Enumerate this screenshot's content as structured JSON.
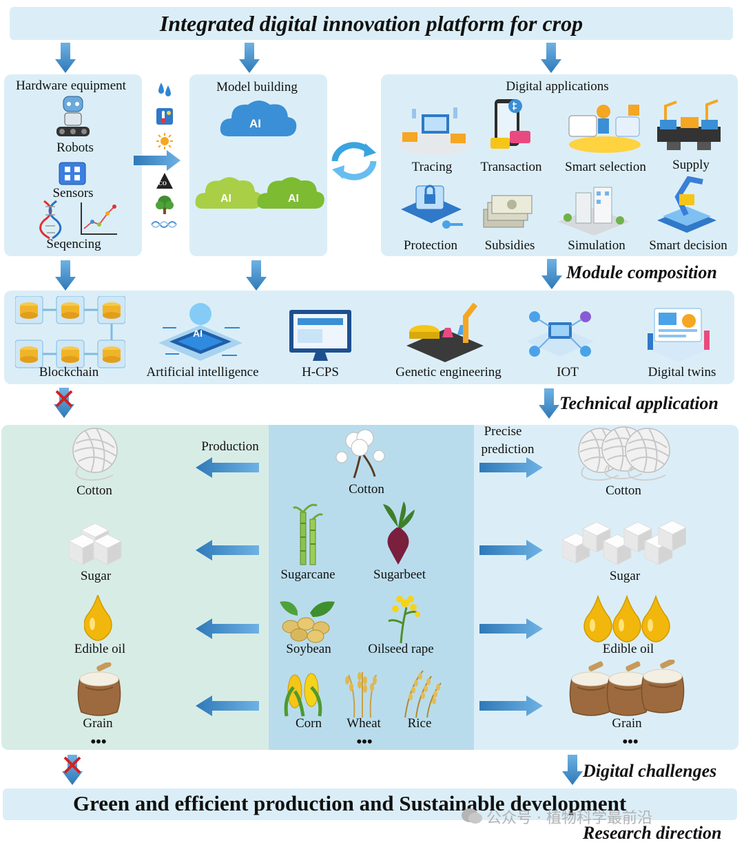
{
  "header": {
    "title": "Integrated digital innovation platform for crop"
  },
  "hardware": {
    "title": "Hardware equipment",
    "items": [
      "Robots",
      "Sensors",
      "Seqencing"
    ],
    "sensor_icons": [
      "water-drop-icon",
      "thermometer-icon",
      "sun-icon",
      "co2-icon",
      "tree-icon",
      "dna-icon"
    ],
    "co2_text": "CO"
  },
  "model": {
    "title": "Model building",
    "cloud_text": "AI"
  },
  "digital": {
    "title": "Digital applications",
    "items": [
      "Tracing",
      "Transaction",
      "Smart selection",
      "Supply",
      "Protection",
      "Subsidies",
      "Simulation",
      "Smart decision"
    ]
  },
  "labels": {
    "module": "Module composition",
    "technical": "Technical application",
    "challenges": "Digital challenges",
    "research": "Research direction"
  },
  "tech": {
    "items": [
      "Blockchain",
      "Artificial intelligence",
      "H-CPS",
      "Genetic engineering",
      "IOT",
      "Digital twins"
    ],
    "chip_text": "AI"
  },
  "crops": {
    "left_header": "Production",
    "right_header_1": "Precise",
    "right_header_2": "prediction",
    "left_products": [
      "Cotton",
      "Sugar",
      "Edible oil",
      "Grain"
    ],
    "center_crops": [
      "Cotton",
      "Sugarcane",
      "Sugarbeet",
      "Soybean",
      "Oilseed rape",
      "Corn",
      "Wheat",
      "Rice"
    ],
    "right_products": [
      "Cotton",
      "Sugar",
      "Edible oil",
      "Grain"
    ],
    "ellipsis": "•••"
  },
  "footer": {
    "title": "Green and efficient production and Sustainable development"
  },
  "watermark": "公众号 · 植物科学最前沿",
  "colors": {
    "panel_blue": "#dbeef7",
    "center_blue": "#b9dcec",
    "left_green": "#d8ece6",
    "arrow_blue": "#3f88c5",
    "cross_red": "#d42020",
    "cloud_blue": "#3a8fd6",
    "cloud_green": "#8dc63f"
  }
}
